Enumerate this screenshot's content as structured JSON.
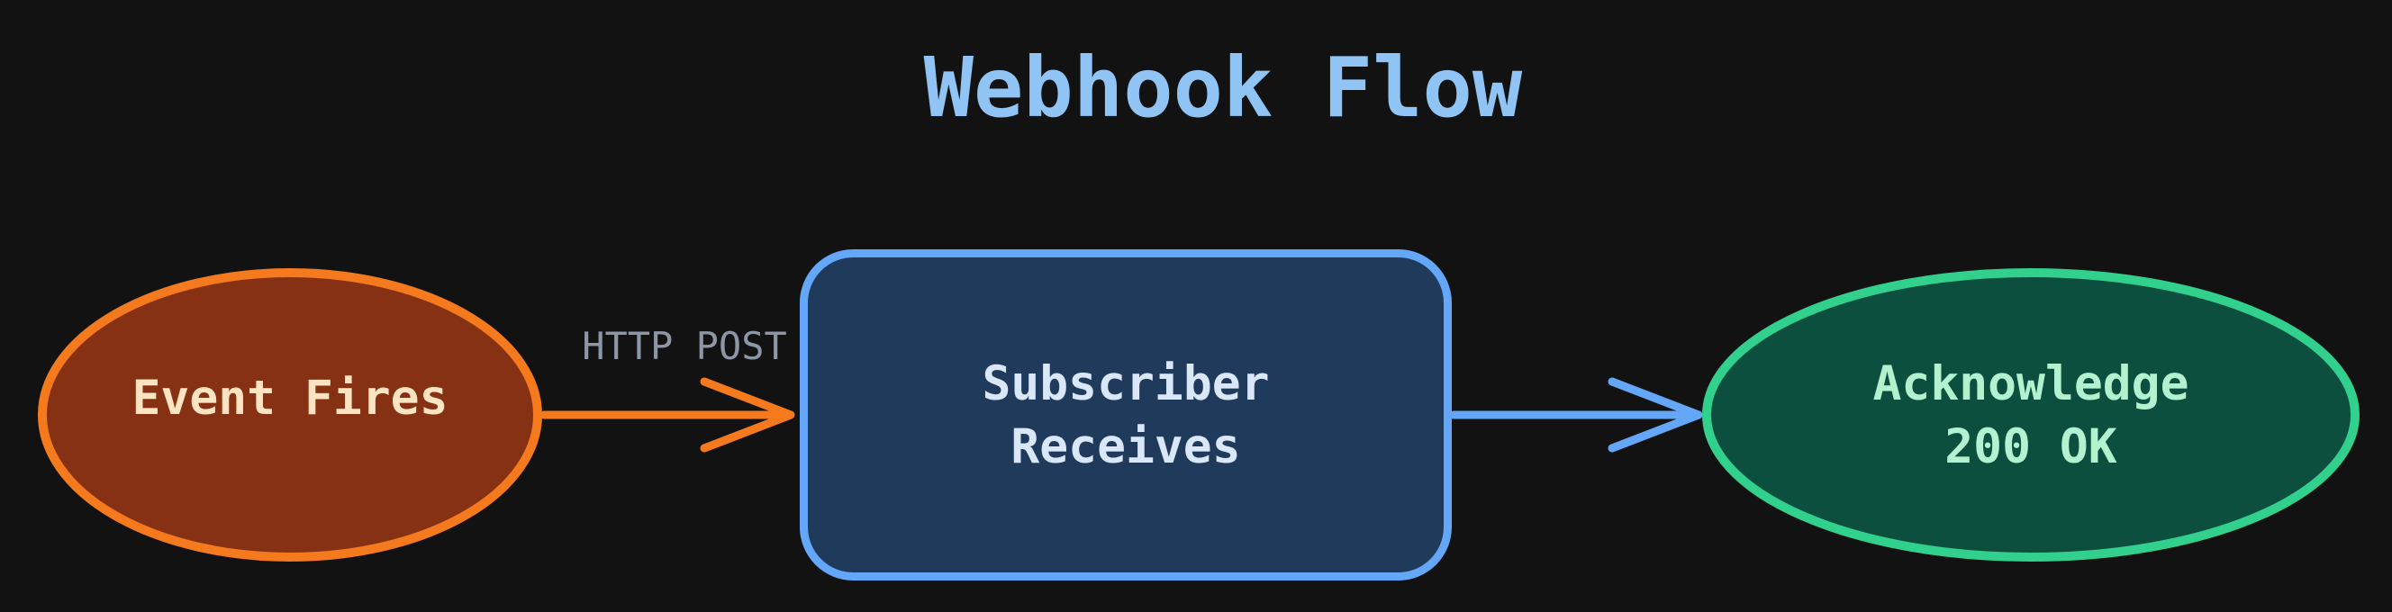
{
  "title": "Webhook Flow",
  "title_color": "#8fc4f4",
  "background": "#121212",
  "nodes": [
    {
      "id": "event",
      "label": "Event Fires",
      "shape": "ellipse",
      "fill": "#863113",
      "border": "#f5791d",
      "text_color": "#fbe4c2"
    },
    {
      "id": "subscriber",
      "label": "Subscriber\nReceives",
      "shape": "rounded-rect",
      "fill": "#203a5c",
      "border": "#64a7f8",
      "text_color": "#d9e7f8"
    },
    {
      "id": "acknowledge",
      "label": "Acknowledge\n200 OK",
      "shape": "ellipse",
      "fill": "#0d4f3f",
      "border": "#31d08c",
      "text_color": "#b3f2cf"
    }
  ],
  "edges": [
    {
      "from": "event",
      "to": "subscriber",
      "label": "HTTP POST",
      "color": "#f5791d",
      "label_color": "#8d96a5"
    },
    {
      "from": "subscriber",
      "to": "acknowledge",
      "label": "",
      "color": "#64a7f8"
    }
  ]
}
